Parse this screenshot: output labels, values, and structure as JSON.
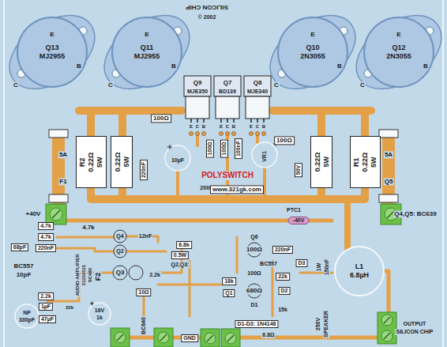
{
  "diagram": {
    "nodes": [
      {
        "text": [
          "Q13",
          "MJ2955"
        ]
      },
      {
        "text": [
          "Q11",
          "MJ2955"
        ]
      },
      {
        "text": [
          "Q10",
          "2N3055"
        ]
      },
      {
        "text": [
          "Q12",
          "2N3055"
        ]
      },
      {
        "text": [
          "R2",
          "0.22Ω",
          "5W"
        ]
      },
      {
        "text": [
          "0.22Ω",
          "5W"
        ]
      },
      {
        "text": [
          "0.22Ω",
          "5W"
        ]
      },
      {
        "text": [
          "R1",
          "0.22Ω",
          "5W"
        ]
      },
      {
        "text": [
          "L1",
          "6.8µH"
        ]
      }
    ],
    "labels": [
      "SILICON CHIP",
      "© 2002",
      "E",
      "B",
      "C",
      "E",
      "B",
      "C",
      "E",
      "B",
      "C",
      "E",
      "B",
      "C",
      "Q9",
      "MJE350",
      "Q7",
      "BD139",
      "Q8",
      "MJE340",
      "E",
      "C",
      "B",
      "E",
      "C",
      "B",
      "E",
      "C",
      "B",
      "100Ω",
      "100Ω",
      "100Ω",
      "100Ω",
      "100nF",
      "220nF",
      "50V",
      "10µF",
      "VR1",
      "200Ω",
      "www.321gk.com",
      "POLYSWITCH",
      "PTC1",
      "-40V",
      "+40V",
      "Q4,Q5: BC639",
      "4.7k",
      "4.7k",
      "4.7k",
      "220nF",
      "68pF",
      "12nF",
      "6.8k",
      "0.5W",
      "Q2,Q3:",
      "BC557",
      "10pF",
      "2.2k",
      "2.2k",
      "1µF",
      "NP",
      "330pF",
      "22k",
      "47µF",
      "16V",
      "1k",
      "10Ω",
      "GND",
      "BC640",
      "Q6",
      "100Ω",
      "220nF",
      "D3",
      "BC557",
      "100Ω",
      "22k",
      "18k",
      "Q1",
      "680Ω",
      "D2",
      "D1",
      "15k",
      "D1-D3: 1N4148",
      "6.8Ω",
      "1W",
      "150nF",
      "250V",
      "SPEAKER",
      "OUTPUT",
      "SILICON CHIP",
      "AUDIO AMPLIFIER",
      "01103021",
      "SC480",
      "F2",
      "5A",
      "F1",
      "5A",
      "Q5",
      "Q4",
      "Q2",
      "Q3"
    ]
  }
}
